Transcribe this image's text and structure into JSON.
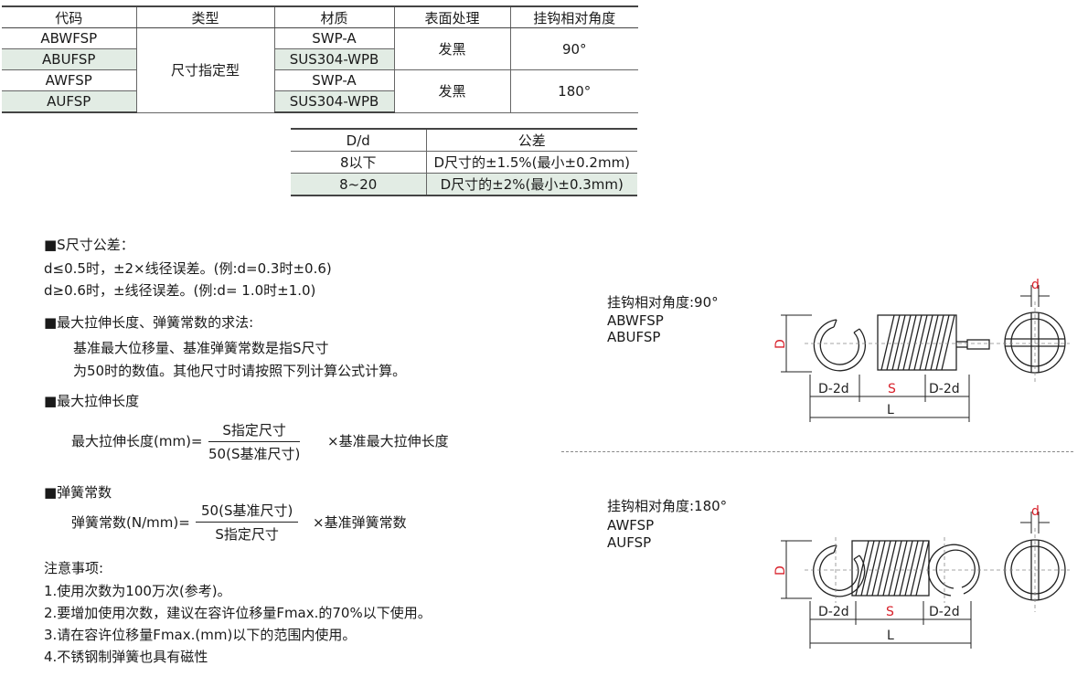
{
  "spec_table": {
    "headers": [
      "代码",
      "类型",
      "材质",
      "表面处理",
      "挂钩相对角度"
    ],
    "codes": [
      "ABWFSP",
      "ABUFSP",
      "AWFSP",
      "AUFSP"
    ],
    "type": "尺寸指定型",
    "materials": [
      "SWP-A",
      "SUS304-WPB",
      "SWP-A",
      "SUS304-WPB"
    ],
    "surface": [
      "发黑",
      "发黑"
    ],
    "angles": [
      "90°",
      "180°"
    ]
  },
  "tolerance_table": {
    "headers": [
      "D/d",
      "公差"
    ],
    "rows": [
      {
        "range": "8以下",
        "tol": "D尺寸的±1.5%(最小±0.2mm)"
      },
      {
        "range": "8~20",
        "tol": "D尺寸的±2%(最小±0.3mm)"
      }
    ]
  },
  "s_tolerance": {
    "title": "■S尺寸公差：",
    "line1": "d≤0.5时，±2×线径误差。(例:d=0.3时±0.6)",
    "line2": "d≥0.6时，±线径误差。(例:d= 1.0时±1.0)"
  },
  "method": {
    "title": "■最大拉伸长度、弹簧常数的求法:",
    "line1": "基准最大位移量、基准弹簧常数是指S尺寸",
    "line2": "为50时的数值。其他尺寸时请按照下列计算公式计算。"
  },
  "max_stretch": {
    "title": "■最大拉伸长度",
    "lhs": "最大拉伸长度(mm)=",
    "num": "S指定尺寸",
    "den": "50(S基准尺寸)",
    "rhs": "×基准最大拉伸长度"
  },
  "spring_const": {
    "title": "■弹簧常数",
    "lhs": "弹簧常数(N/mm)=",
    "num": "50(S基准尺寸)",
    "den": "S指定尺寸",
    "rhs": "×基准弹簧常数"
  },
  "notes": {
    "title": "注意事项:",
    "items": [
      "1.使用次数为100万次(参考)。",
      "2.要增加使用次数，建议在容许位移量Fmax.的70%以下使用。",
      "3.请在容许位移量Fmax.(mm)以下的范围内使用。",
      "4.不锈钢制弹簧也具有磁性"
    ]
  },
  "diagram_90": {
    "caption": "挂钩相对角度:90°",
    "code1": "ABWFSP",
    "code2": "ABUFSP",
    "D": "D",
    "d": "d",
    "D2d_left": "D-2d",
    "S": "S",
    "D2d_right": "D-2d",
    "L": "L"
  },
  "diagram_180": {
    "caption": "挂钩相对角度:180°",
    "code1": "AWFSP",
    "code2": "AUFSP",
    "D": "D",
    "d": "d",
    "D2d_left": "D-2d",
    "S": "S",
    "D2d_right": "D-2d",
    "L": "L"
  },
  "colors": {
    "shade": "#e2ece4",
    "accent_red": "#d8202a"
  }
}
